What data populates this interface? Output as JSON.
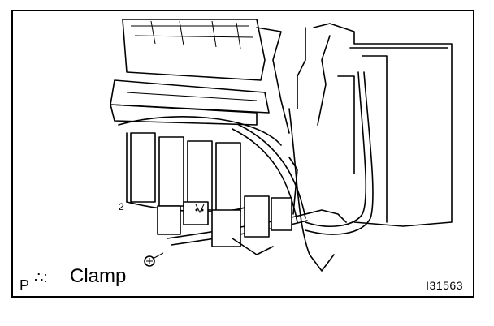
{
  "figure": {
    "p_marker": "P",
    "clamp_symbol": "∴:",
    "clamp_label": "Clamp",
    "figure_id": "I31563"
  },
  "icons": {
    "clamp": "triangle-dots-icon",
    "screw": "screw-icon"
  }
}
